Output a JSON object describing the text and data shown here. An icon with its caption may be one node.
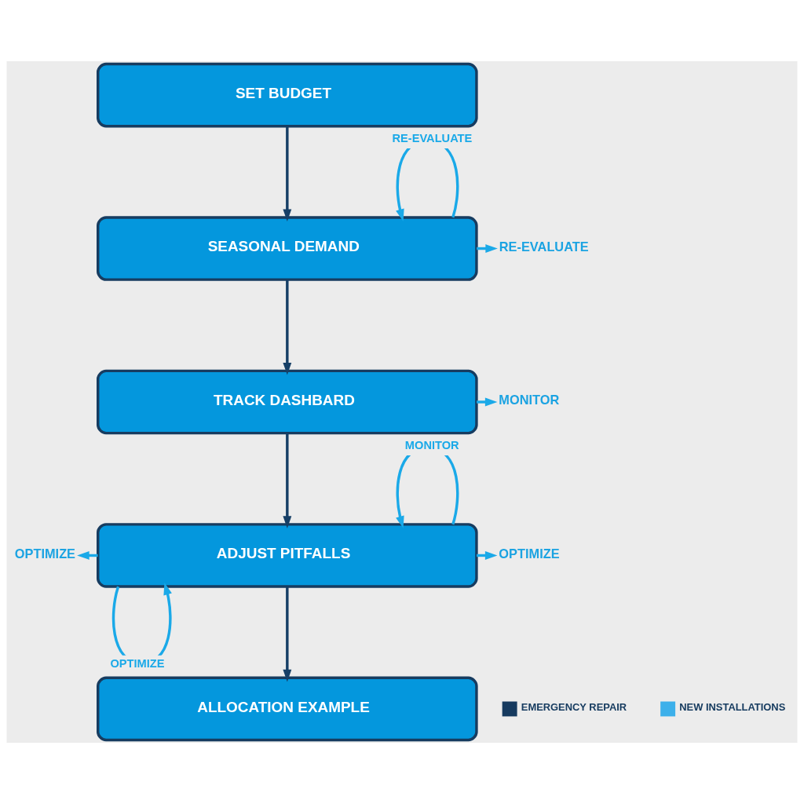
{
  "diagram": {
    "nodes": [
      {
        "text": [
          "SET BUDGET"
        ]
      },
      {
        "text": [
          "SEASONAL DEMAND"
        ]
      },
      {
        "text": [
          "RE-EVALUATE"
        ]
      },
      {
        "text": [
          "TRACK DASHBARD"
        ]
      },
      {
        "text": [
          "MONITOR"
        ]
      },
      {
        "text": [
          "OPTIMIZE"
        ]
      },
      {
        "text": [
          "ADJUST PITFALLS"
        ]
      },
      {
        "text": [
          "OPTIMIZE"
        ]
      },
      {
        "text": [
          "ALLOCATION EXAMPLE"
        ]
      }
    ],
    "edges": [
      {
        "from": 0,
        "to": 1,
        "arrow": "to",
        "color": "#163f66"
      },
      {
        "from": 1,
        "to": 1,
        "arrow": "to",
        "label": "RE-EVALUATE"
      },
      {
        "from": 1,
        "to": 2,
        "arrow": "to"
      },
      {
        "from": 1,
        "to": 3,
        "arrow": "to",
        "color": "#163f66"
      },
      {
        "from": 3,
        "to": 4,
        "arrow": "to"
      },
      {
        "from": 3,
        "to": 6,
        "arrow": "to",
        "color": "#163f66"
      },
      {
        "from": 6,
        "to": 6,
        "arrow": "to",
        "label": "MONITOR"
      },
      {
        "from": 6,
        "to": 5,
        "arrow": "to"
      },
      {
        "from": 6,
        "to": 7,
        "arrow": "to"
      },
      {
        "from": 6,
        "to": 6,
        "arrow": "to",
        "label": "OPTIMIZE"
      },
      {
        "from": 6,
        "to": 8,
        "arrow": "to",
        "color": "#163f66"
      }
    ],
    "legend": [
      {
        "text": "EMERGENCY REPAIR",
        "color": "#163a5f"
      },
      {
        "text": "NEW INSTALLATIONS",
        "color": "#3db0ea"
      }
    ]
  }
}
